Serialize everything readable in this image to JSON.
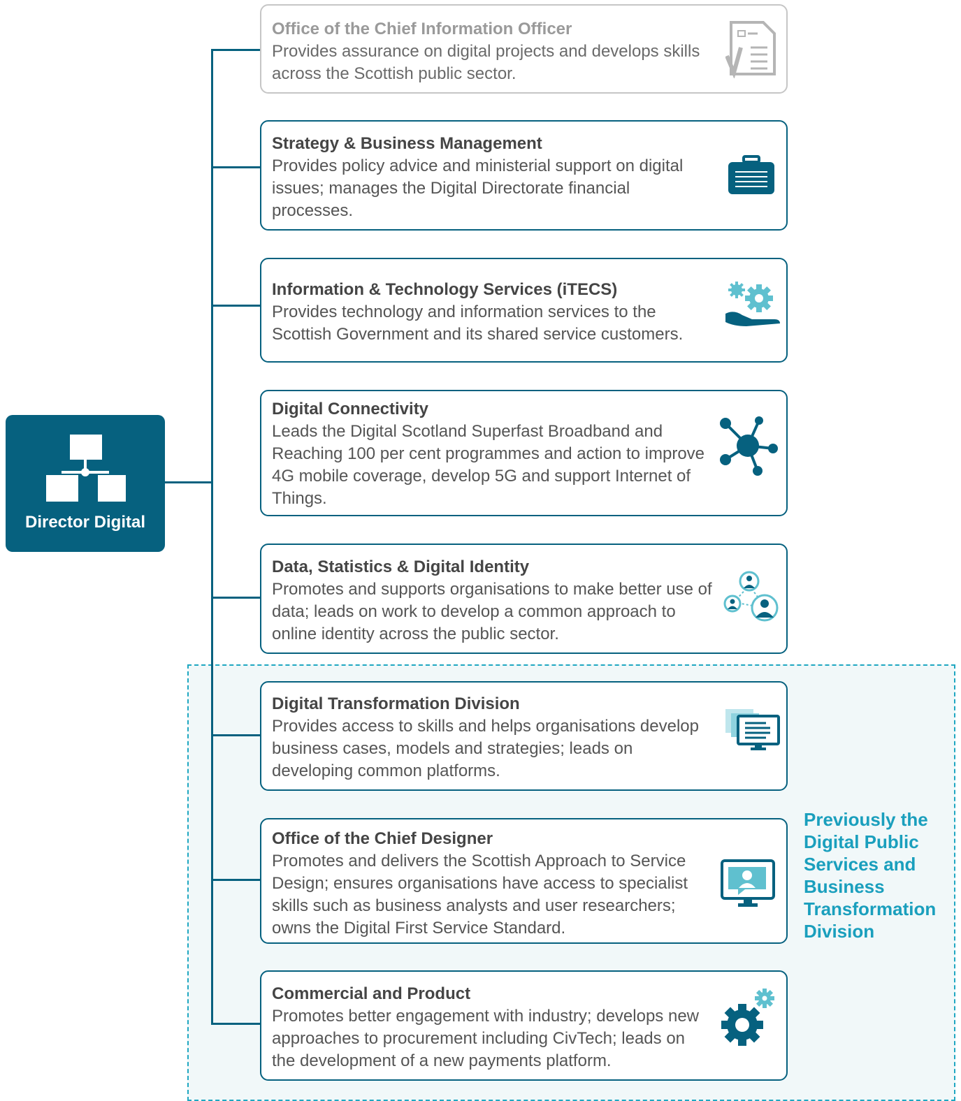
{
  "director": {
    "label": "Director Digital",
    "icon": "org-chart-icon"
  },
  "units": [
    {
      "title": "Office of the Chief Information Officer",
      "desc": "Provides assurance on digital projects and develops skills across the Scottish public sector.",
      "icon": "checklist-document-icon"
    },
    {
      "title": "Strategy & Business Management",
      "desc": "Provides policy advice and ministerial support on digital issues; manages the Digital Directorate financial processes.",
      "icon": "briefcase-icon"
    },
    {
      "title": "Information & Technology Services (iTECS)",
      "desc": "Provides technology and information services to the Scottish Government and its shared service customers.",
      "icon": "hand-gears-icon"
    },
    {
      "title": "Digital Connectivity",
      "desc": "Leads the Digital Scotland Superfast Broadband and Reaching 100 per cent programmes and action to improve 4G mobile coverage, develop 5G and support Internet of Things.",
      "icon": "network-hub-icon"
    },
    {
      "title": "Data, Statistics & Digital Identity",
      "desc": "Promotes and supports organisations to make better use of data; leads on work to develop a common approach to online identity across the public sector.",
      "icon": "people-network-icon"
    },
    {
      "title": "Digital Transformation Division",
      "desc": "Provides access to skills and helps organisations develop business cases, models and strategies; leads on developing common platforms.",
      "icon": "monitors-icon"
    },
    {
      "title": "Office of the Chief Designer",
      "desc": "Promotes and delivers the Scottish Approach to Service Design; ensures organisations have access to specialist skills such as business analysts and user researchers; owns the Digital First Service Standard.",
      "icon": "user-monitor-icon"
    },
    {
      "title": "Commercial and Product",
      "desc": "Promotes better engagement with industry; develops new approaches to procurement including CivTech; leads on the development of a new payments platform.",
      "icon": "gears-icon"
    }
  ],
  "group_label": "Previously the Digital Public Services and Business Transformation Division",
  "colors": {
    "primary": "#06617f",
    "accent": "#1fa7c1",
    "muted_border": "#c6c6c6",
    "group_fill": "#f1f8f9"
  }
}
